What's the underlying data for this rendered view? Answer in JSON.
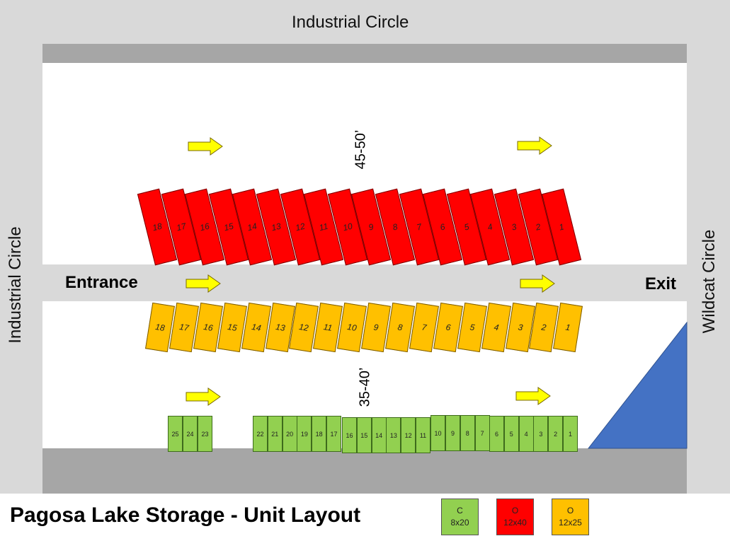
{
  "roads": {
    "top": "Industrial Circle",
    "left": "Industrial Circle",
    "right": "Wildcat Circle"
  },
  "lane": {
    "entrance": "Entrance",
    "exit": "Exit"
  },
  "dimensions": {
    "upper": "45-50’",
    "lower": "35-40’"
  },
  "red_units": [
    "18",
    "17",
    "16",
    "15",
    "14",
    "13",
    "12",
    "11",
    "10",
    "9",
    "8",
    "7",
    "6",
    "5",
    "4",
    "3",
    "2",
    "1"
  ],
  "orange_units": [
    "18",
    "17",
    "16",
    "15",
    "14",
    "13",
    "12",
    "11",
    "10",
    "9",
    "8",
    "7",
    "6",
    "5",
    "4",
    "3",
    "2",
    "1"
  ],
  "green_units_left": [
    "25",
    "24",
    "23"
  ],
  "green_units_main": [
    "22",
    "21",
    "20",
    "19",
    "18",
    "17",
    "16",
    "15",
    "14",
    "13",
    "12",
    "11",
    "10",
    "9",
    "8",
    "7",
    "6",
    "5",
    "4",
    "3",
    "2",
    "1"
  ],
  "title": "Pagosa Lake Storage - Unit Layout",
  "legend": [
    {
      "code": "C",
      "size": "8x20",
      "color": "#92d050"
    },
    {
      "code": "O",
      "size": "12x40",
      "color": "#ff0000"
    },
    {
      "code": "O",
      "size": "12x25",
      "color": "#ffc000"
    }
  ],
  "colors": {
    "road": "#d9d9d9",
    "pavement": "#a6a6a6",
    "arrow": "#ffff00",
    "triangle": "#4472c4"
  }
}
